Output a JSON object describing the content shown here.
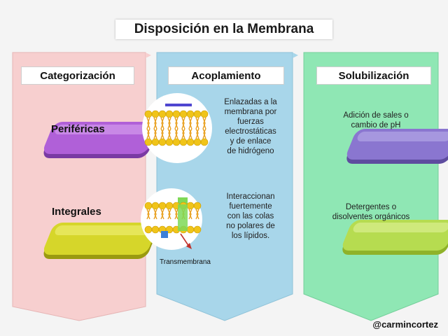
{
  "title": "Disposición en la Membrana",
  "columns": [
    {
      "heading": "Categorización",
      "color": "#f7cfcf"
    },
    {
      "heading": "Acoplamiento",
      "color": "#a8d6ea"
    },
    {
      "heading": "Solubilización",
      "color": "#8fe7b4"
    }
  ],
  "categories": [
    {
      "label": "Periféricas",
      "pill_color": "#b060d8",
      "acoplamiento": [
        "Enlazadas a la",
        "membrana por",
        "fuerzas",
        "electrostáticas",
        "y de enlace",
        "de hidrógeno"
      ],
      "solubilizacion": [
        "Adición de sales o",
        "cambio de pH"
      ],
      "solub_pill_color": "#8a76d0"
    },
    {
      "label": "Integrales",
      "pill_color": "#d6d62a",
      "acoplamiento": [
        "Interaccionan",
        "fuertemente",
        "con las colas",
        "no polares de",
        "los lípidos."
      ],
      "solubilizacion": [
        "Detergentes o",
        "disolventes orgánicos"
      ],
      "solub_pill_color": "#b6dc50"
    }
  ],
  "membrane_label": "Transmembrana",
  "footer": "@carmincortez",
  "colors": {
    "lipid_head": "#f0c419",
    "lipid_tail": "#e8a020",
    "protein_green": "#7ed957",
    "protein_blue": "#3b7fd8",
    "arrow_red": "#c0302a"
  }
}
